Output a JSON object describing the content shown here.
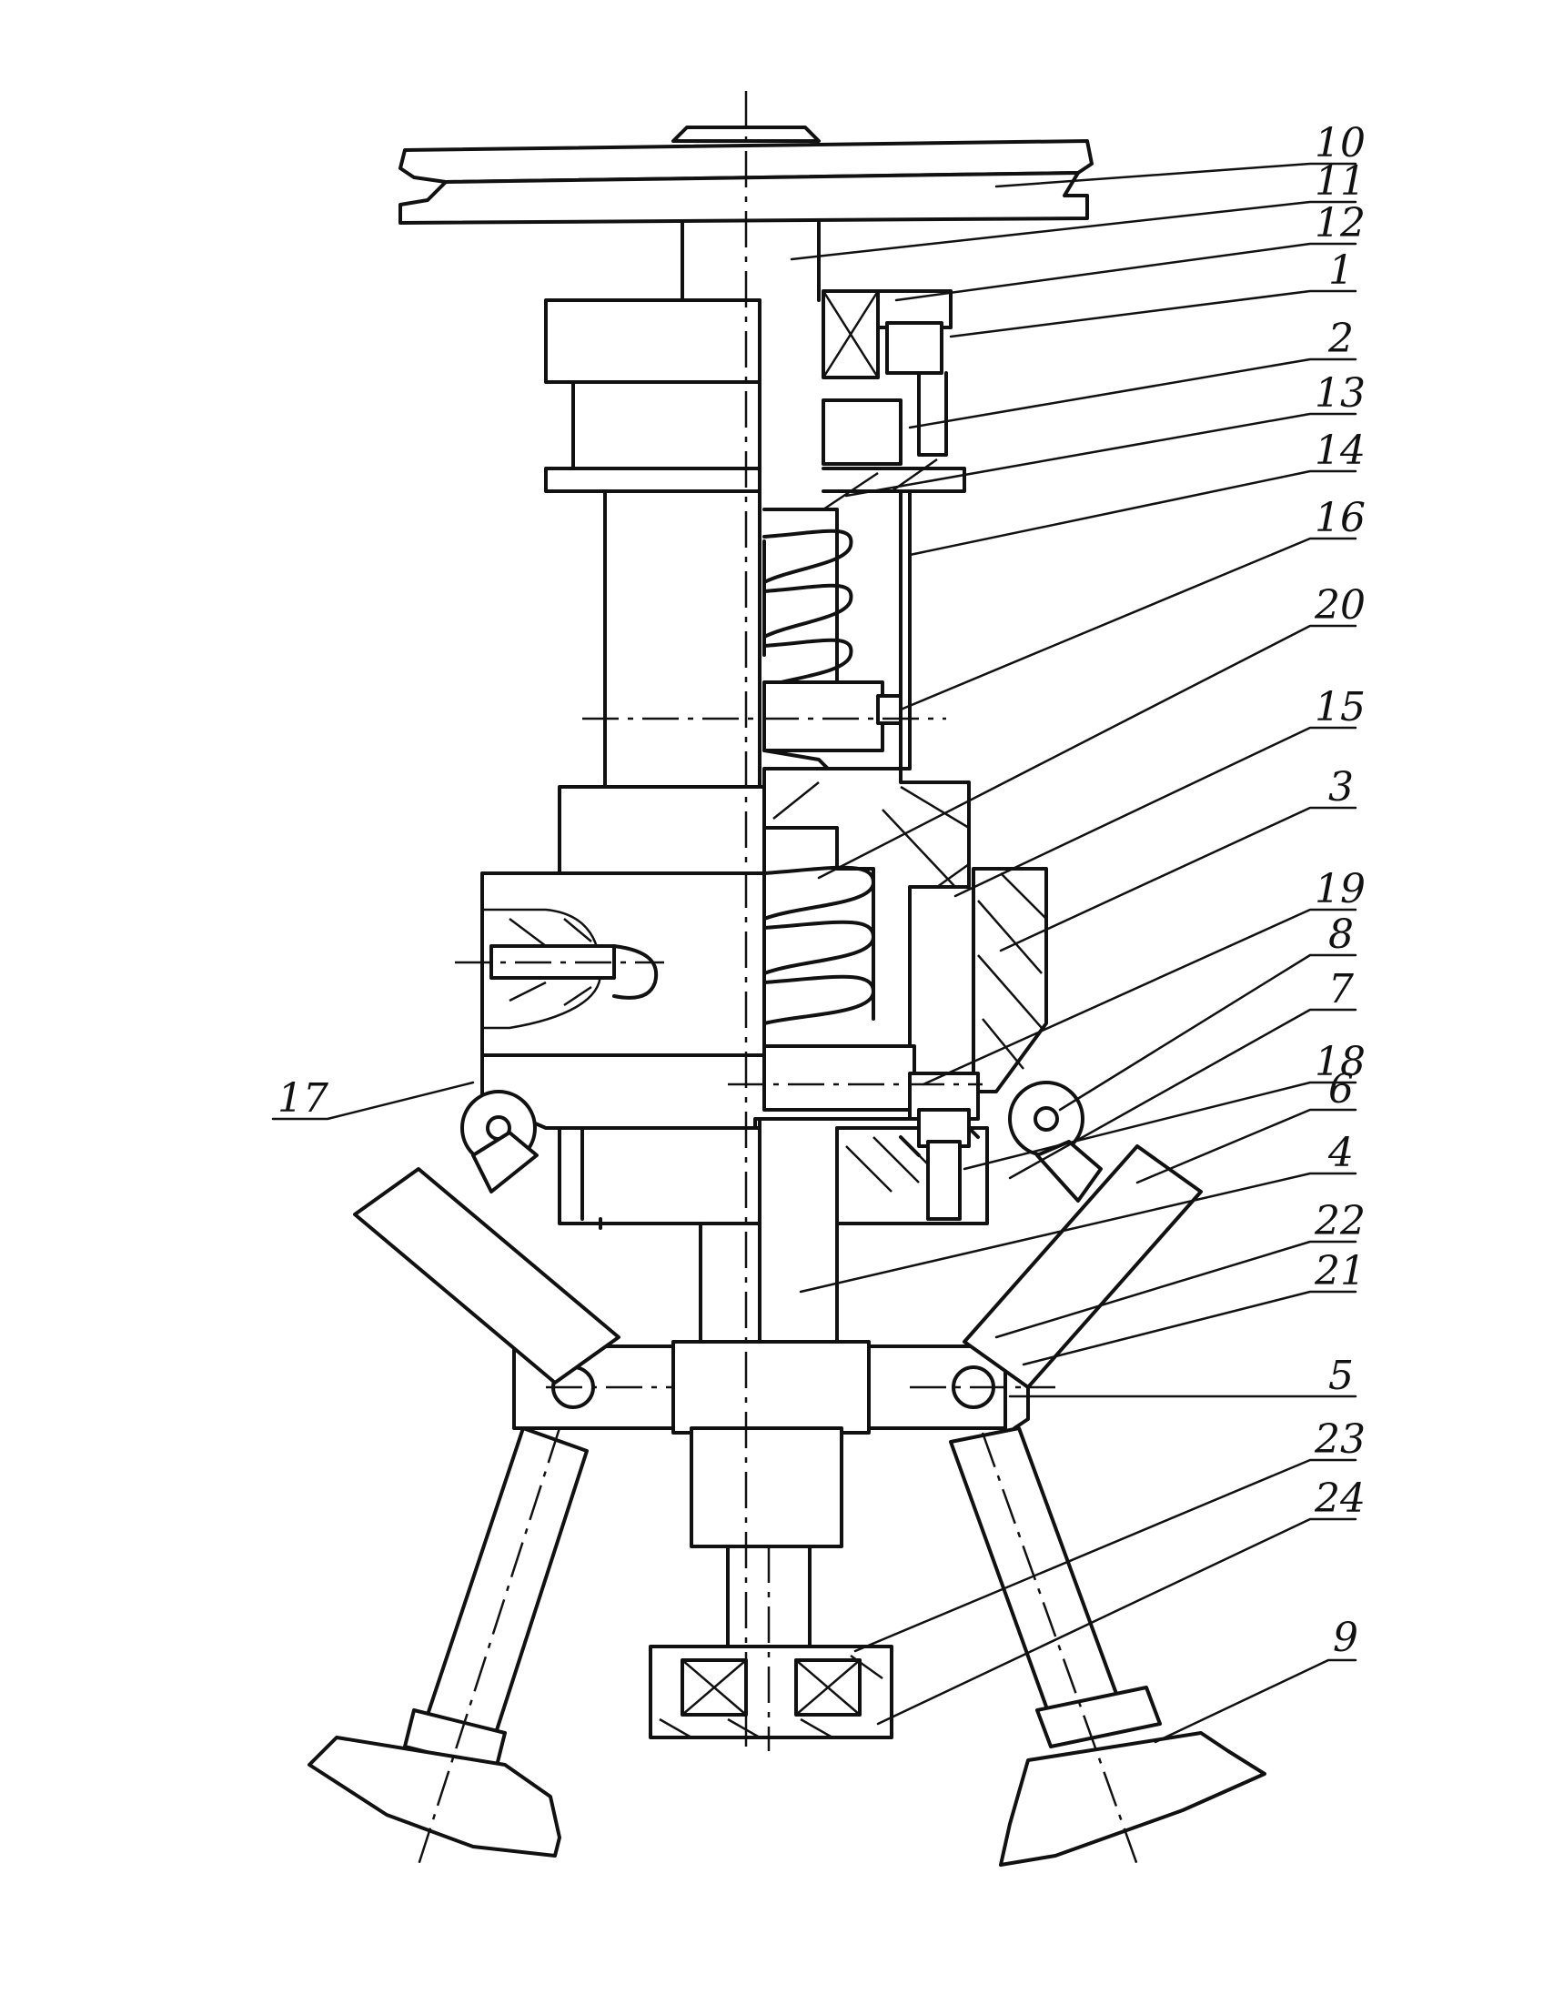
{
  "labels": {
    "n10": "10",
    "n11": "11",
    "n12": "12",
    "n1": "1",
    "n2": "2",
    "n13": "13",
    "n14": "14",
    "n16": "16",
    "n20": "20",
    "n15": "15",
    "n3": "3",
    "n19": "19",
    "n8": "8",
    "n7": "7",
    "n18": "18",
    "n6": "6",
    "n4": "4",
    "n22": "22",
    "n21": "21",
    "n5": "5",
    "n23": "23",
    "n24": "24",
    "n9": "9",
    "n17": "17"
  }
}
